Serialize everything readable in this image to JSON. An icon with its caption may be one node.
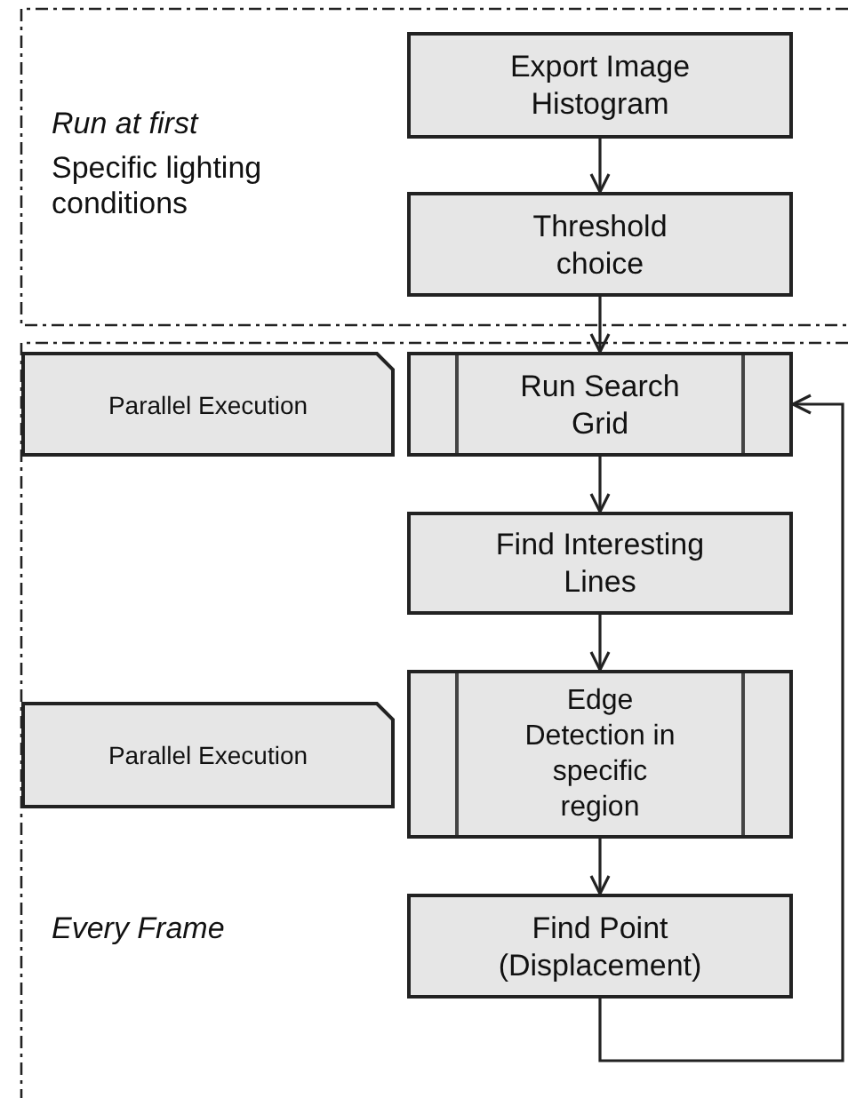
{
  "diagram": {
    "nodes": [
      {
        "text": [
          "Run at first",
          "Specific lighting conditions"
        ]
      },
      {
        "text": [
          "Export Image Histogram"
        ],
        "in": 0
      },
      {
        "text": [
          "Threshold choice"
        ],
        "in": 0
      },
      {
        "text": [
          "Every Frame"
        ]
      },
      {
        "text": [
          "Parallel Execution"
        ],
        "in": 3
      },
      {
        "text": [
          "Run Search Grid"
        ],
        "in": 3
      },
      {
        "text": [
          "Find Interesting Lines"
        ],
        "in": 3
      },
      {
        "text": [
          "Parallel Execution"
        ],
        "in": 3
      },
      {
        "text": [
          "Edge Detection in specific region"
        ],
        "in": 3
      },
      {
        "text": [
          "Find Point (Displacement)"
        ],
        "in": 3
      }
    ],
    "edges": [
      {
        "from": 1,
        "to": 2,
        "arrow": "to"
      },
      {
        "from": 2,
        "to": 5,
        "arrow": "to"
      },
      {
        "from": 5,
        "to": 6,
        "arrow": "to"
      },
      {
        "from": 6,
        "to": 8,
        "arrow": "to"
      },
      {
        "from": 8,
        "to": 9,
        "arrow": "to"
      },
      {
        "from": 9,
        "to": 5,
        "arrow": "to"
      }
    ]
  }
}
